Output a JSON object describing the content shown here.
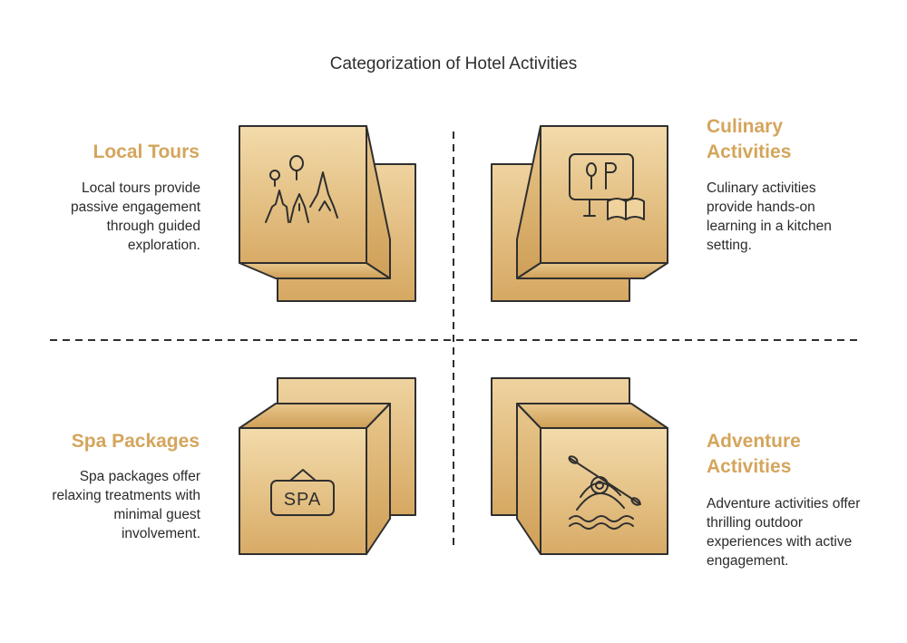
{
  "title": "Categorization of Hotel Activities",
  "quadrants": {
    "top_left": {
      "heading": "Local Tours",
      "description": "Local tours provide passive engagement through guided exploration.",
      "icon": "tour-landmarks-icon"
    },
    "top_right": {
      "heading": "Culinary Activities",
      "description": "Culinary activities provide hands-on learning in a kitchen setting.",
      "icon": "cooking-class-icon"
    },
    "bottom_left": {
      "heading": "Spa Packages",
      "description": "Spa packages offer relaxing treatments with minimal guest involvement.",
      "icon": "spa-sign-icon",
      "icon_text": "SPA"
    },
    "bottom_right": {
      "heading": "Adventure Activities",
      "description": "Adventure activities offer thrilling outdoor experiences with active engagement.",
      "icon": "kayak-icon"
    }
  },
  "colors": {
    "accent": "#d4a55c",
    "box_light": "#f2d8a8",
    "box_dark": "#d9ad68",
    "outline": "#2f2f2f"
  }
}
